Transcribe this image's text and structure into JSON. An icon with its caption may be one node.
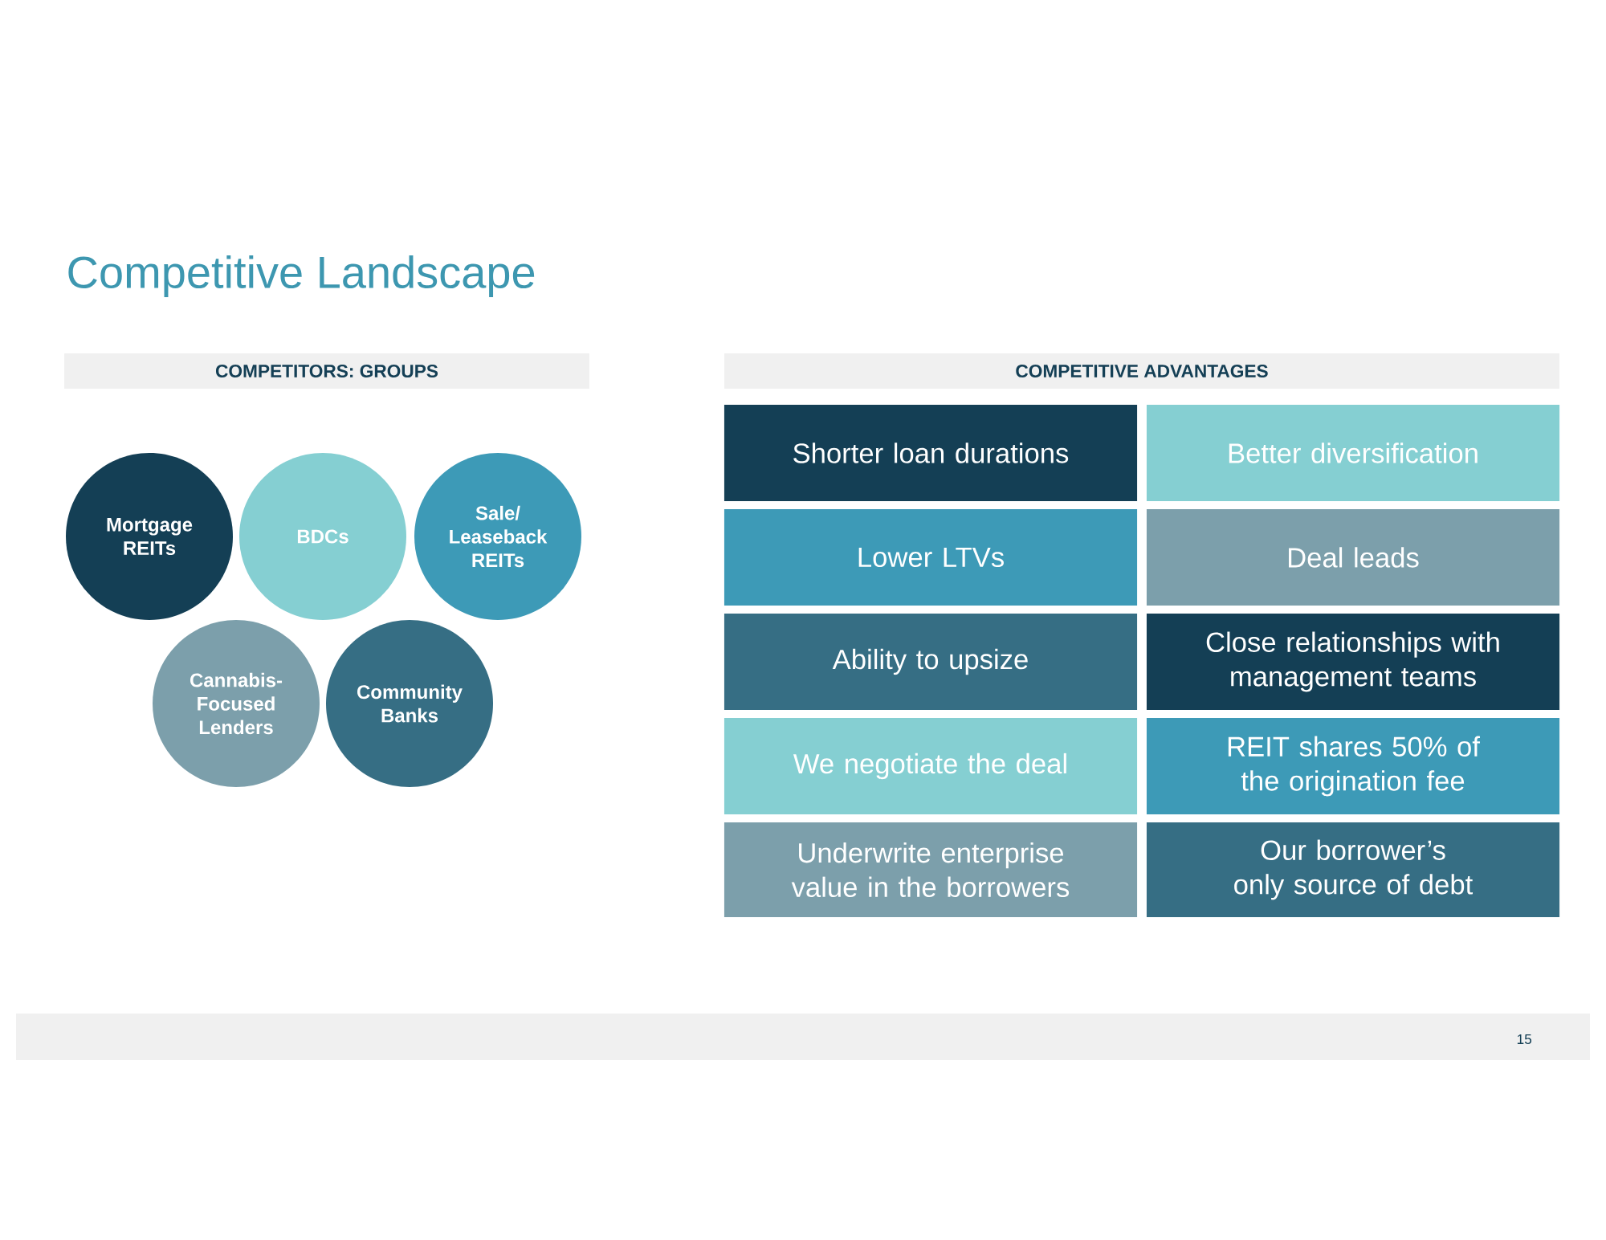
{
  "diagram": {
    "title": "Competitive Landscape",
    "nodes": [
      {
        "text": [
          "COMPETITORS: GROUPS"
        ]
      },
      {
        "text": [
          "Mortgage REITs"
        ]
      },
      {
        "text": [
          "BDCs"
        ]
      },
      {
        "text": [
          "Sale/ Leaseback REITs"
        ]
      },
      {
        "text": [
          "Cannabis-Focused Lenders"
        ]
      },
      {
        "text": [
          "Community Banks"
        ]
      },
      {
        "text": [
          "COMPETITIVE ADVANTAGES"
        ]
      },
      {
        "text": [
          "Shorter loan durations"
        ]
      },
      {
        "text": [
          "Better diversification"
        ]
      },
      {
        "text": [
          "Lower LTVs"
        ]
      },
      {
        "text": [
          "Deal leads"
        ]
      },
      {
        "text": [
          "Ability to upsize"
        ]
      },
      {
        "text": [
          "Close relationships with management teams"
        ]
      },
      {
        "text": [
          "We negotiate the deal"
        ]
      },
      {
        "text": [
          "REIT shares 50% of the origination fee"
        ]
      },
      {
        "text": [
          "Underwrite enterprise value in the borrowers"
        ]
      },
      {
        "text": [
          "Our borrower’s only source of debt"
        ]
      }
    ],
    "labels": [
      "15"
    ]
  }
}
